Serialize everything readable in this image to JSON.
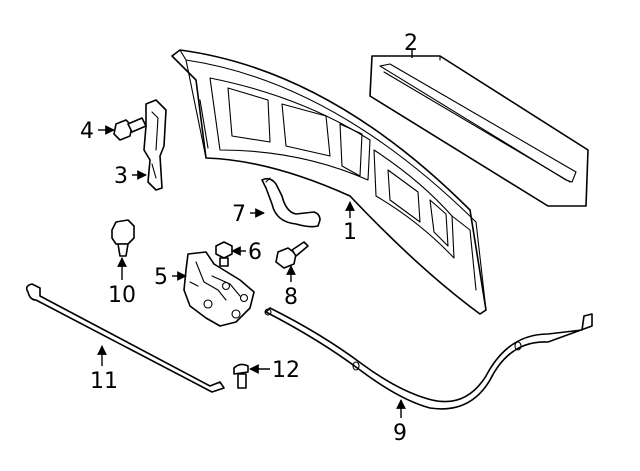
{
  "diagram": {
    "colors": {
      "line": "#000000",
      "background": "#ffffff"
    },
    "callouts": [
      {
        "id": "1",
        "text": "1"
      },
      {
        "id": "2",
        "text": "2"
      },
      {
        "id": "3",
        "text": "3"
      },
      {
        "id": "4",
        "text": "4"
      },
      {
        "id": "5",
        "text": "5"
      },
      {
        "id": "6",
        "text": "6"
      },
      {
        "id": "7",
        "text": "7"
      },
      {
        "id": "8",
        "text": "8"
      },
      {
        "id": "9",
        "text": "9"
      },
      {
        "id": "10",
        "text": "10"
      },
      {
        "id": "11",
        "text": "11"
      },
      {
        "id": "12",
        "text": "12"
      }
    ]
  }
}
